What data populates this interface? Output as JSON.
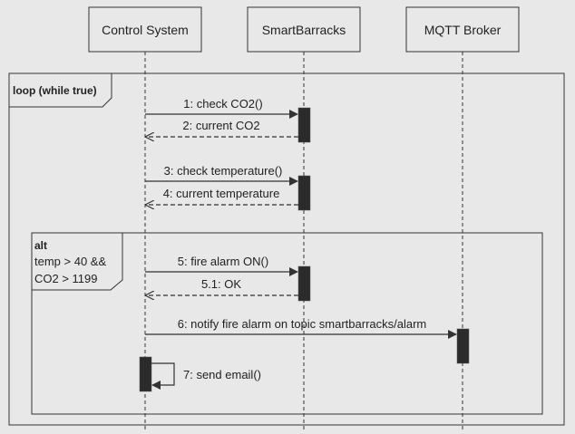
{
  "participants": [
    {
      "id": "control",
      "label": "Control System"
    },
    {
      "id": "barracks",
      "label": "SmartBarracks"
    },
    {
      "id": "broker",
      "label": "MQTT Broker"
    }
  ],
  "fragments": {
    "loop": {
      "label": "loop (while true)"
    },
    "alt": {
      "label": "alt",
      "guard_line1": "temp > 40 &&",
      "guard_line2": "CO2 > 1199"
    }
  },
  "messages": [
    {
      "label": "1: check CO2()",
      "kind": "sync"
    },
    {
      "label": "2: current CO2",
      "kind": "reply"
    },
    {
      "label": "3: check temperature()",
      "kind": "sync"
    },
    {
      "label": "4: current temperature",
      "kind": "reply"
    },
    {
      "label": "5: fire alarm ON()",
      "kind": "sync"
    },
    {
      "label": "5.1: OK",
      "kind": "reply"
    },
    {
      "label": "6: notify fire alarm on topic smartbarracks/alarm",
      "kind": "sync"
    },
    {
      "label": "7: send email()",
      "kind": "self"
    }
  ]
}
